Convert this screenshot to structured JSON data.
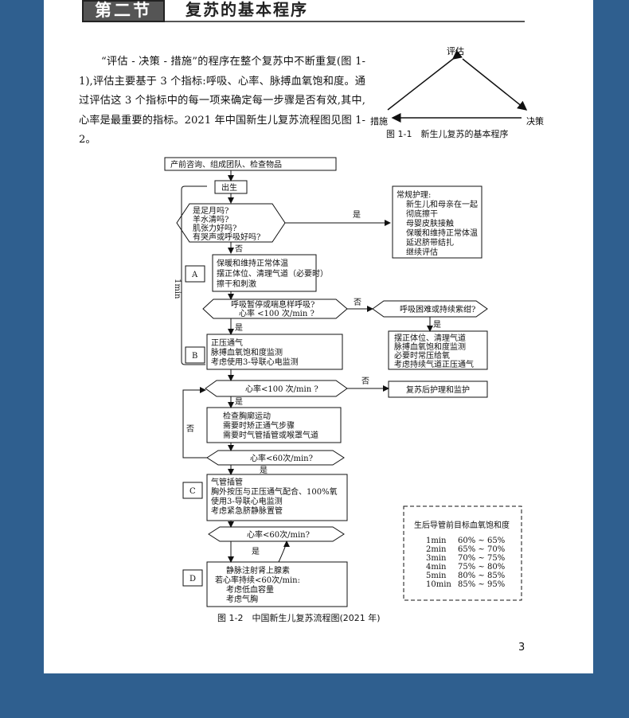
{
  "header": {
    "section_label": "第二节",
    "section_title": "复苏的基本程序"
  },
  "body_text": "“评估 - 决策 - 措施”的程序在整个复苏中不断重复(图 1-1),评估主要基于 3 个指标:呼吸、心率、脉搏血氧饱和度。通过评估这 3 个指标中的每一项来确定每一步骤是否有效,其中,心率是最重要的指标。2021 年中国新生儿复苏流程图见图 1-2。",
  "fig1": {
    "top": "评估",
    "left": "措施",
    "right": "决策",
    "caption": "图 1-1　新生儿复苏的基本程序"
  },
  "flow": {
    "prenatal": "产前咨询、组成团队、检查物品",
    "birth": "出生",
    "q1": [
      "是足月吗?",
      "羊水清吗?",
      "肌张力好吗?",
      "有哭声或呼吸好吗?"
    ],
    "yes": "是",
    "no": "否",
    "routine": [
      "常规护理:",
      "新生儿和母亲在一起",
      "彻底擦干",
      "母婴皮肤接触",
      "保暖和维持正常体温",
      "延迟脐带结扎",
      "继续评估"
    ],
    "time_label": "1min",
    "A": {
      "label": "A",
      "lines": [
        "保暖和维持正常体温",
        "摆正体位、清理气道（必要时）",
        "擦干和刺激"
      ]
    },
    "q2": [
      "呼吸暂停或喘息样呼吸?",
      "心率 <100 次/min ?"
    ],
    "q2b": "呼吸困难或持续紫绀?",
    "right_box": [
      "摆正体位、清理气道",
      "脉搏血氧饱和度监测",
      "必要时常压给氧",
      "考虑持续气道正压通气"
    ],
    "B": {
      "label": "B",
      "lines": [
        "正压通气",
        "脉搏血氧饱和度监测",
        "考虑使用3-导联心电监测"
      ]
    },
    "q3": "心率<100 次/min ?",
    "post_care": "复苏后护理和监护",
    "check_box": [
      "检查胸廓运动",
      "需要时矫正通气步骤",
      "需要时气管插管或喉罩气道"
    ],
    "q4": "心率<60次/min?",
    "C": {
      "label": "C",
      "lines": [
        "气管插管",
        "胸外按压与正压通气配合、100%氧",
        "使用3-导联心电监测",
        "考虑紧急脐静脉置管"
      ]
    },
    "q5": "心率<60次/min?",
    "D": {
      "label": "D",
      "lines": [
        "静脉注射肾上腺素",
        "若心率持续<60次/min:",
        "考虑低血容量",
        "考虑气胸"
      ]
    },
    "spo2_title": "生后导管前目标血氧饱和度",
    "spo2_rows": [
      [
        "1min",
        "60% ~ 65%"
      ],
      [
        "2min",
        "65% ~ 70%"
      ],
      [
        "3min",
        "70% ~ 75%"
      ],
      [
        "4min",
        "75% ~ 80%"
      ],
      [
        "5min",
        "80% ~ 85%"
      ],
      [
        "10min",
        "85% ~ 95%"
      ]
    ],
    "caption": "图 1-2　中国新生儿复苏流程图(2021 年)"
  },
  "page_number": "3"
}
